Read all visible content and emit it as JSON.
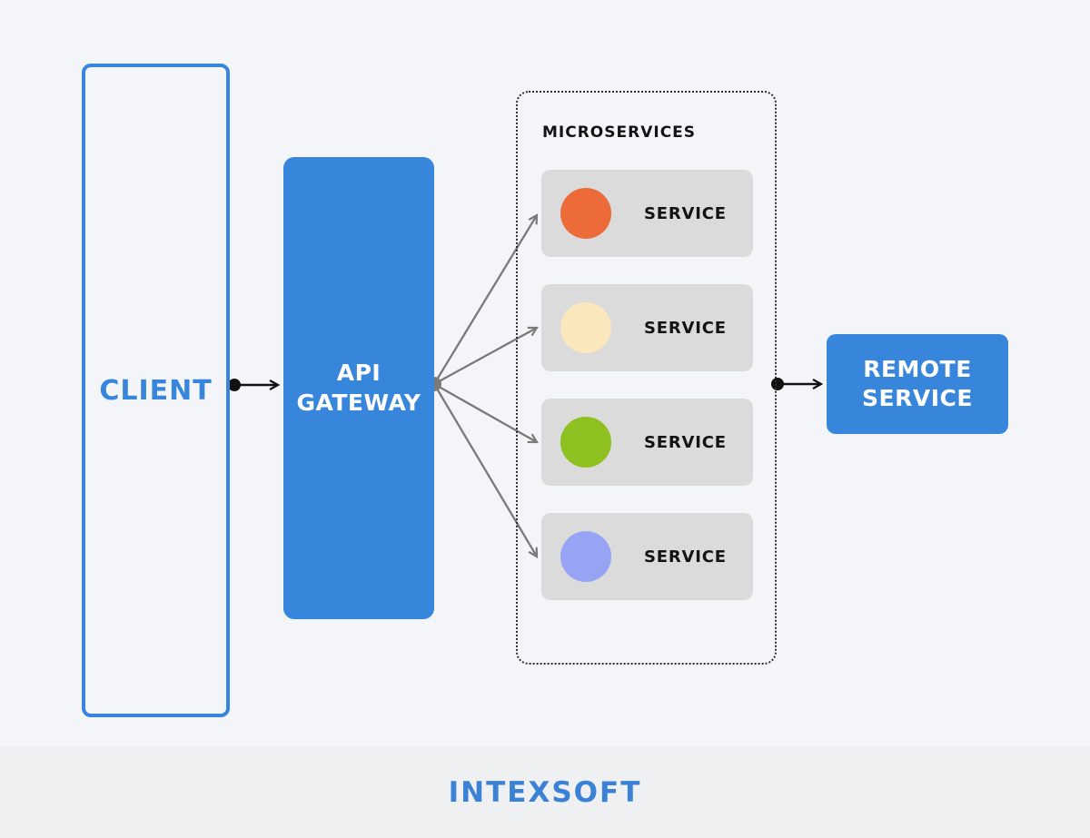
{
  "diagram": {
    "client": {
      "label": "CLIENT"
    },
    "gateway": {
      "label": "API GATEWAY"
    },
    "microservices": {
      "title": "MICROSERVICES",
      "services": [
        {
          "label": "SERVICE",
          "color": "#EC6B39"
        },
        {
          "label": "SERVICE",
          "color": "#FBE7BC"
        },
        {
          "label": "SERVICE",
          "color": "#8EC01F"
        },
        {
          "label": "SERVICE",
          "color": "#97A4F4"
        }
      ]
    },
    "remote": {
      "label": "REMOTE SERVICE"
    },
    "colors": {
      "accent_blue": "#3886DB",
      "arrow_gray": "#7A7A7A",
      "arrow_black": "#111111",
      "card_gray": "#DBDBDB"
    }
  },
  "footer": {
    "logo_text": "INTEXSOFT",
    "logo_color": "#3B82D6"
  }
}
